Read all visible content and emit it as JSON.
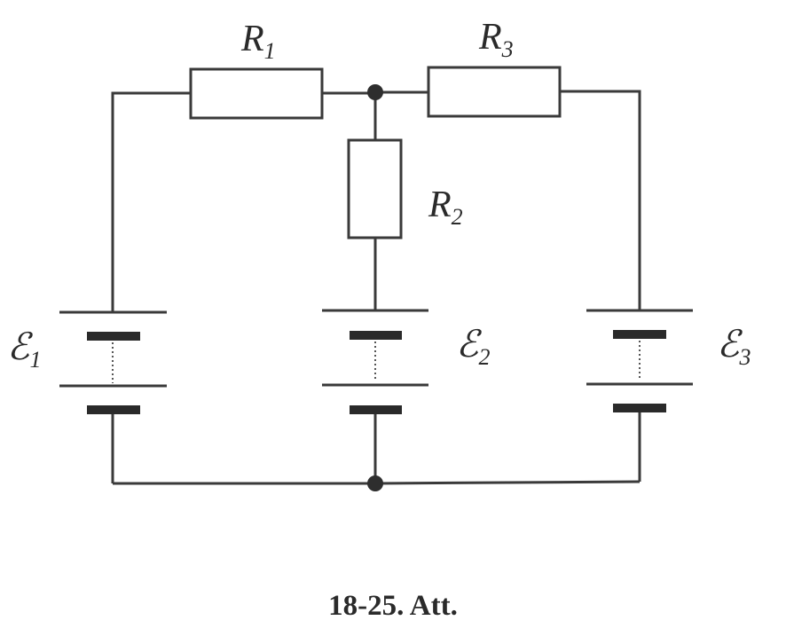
{
  "diagram": {
    "resistors": [
      {
        "symbol": "R",
        "subscript": "1"
      },
      {
        "symbol": "R",
        "subscript": "2"
      },
      {
        "symbol": "R",
        "subscript": "3"
      }
    ],
    "sources": [
      {
        "symbol": "ℰ",
        "subscript": "1"
      },
      {
        "symbol": "ℰ",
        "subscript": "2"
      },
      {
        "symbol": "ℰ",
        "subscript": "3"
      }
    ]
  },
  "caption": "18-25. Att."
}
